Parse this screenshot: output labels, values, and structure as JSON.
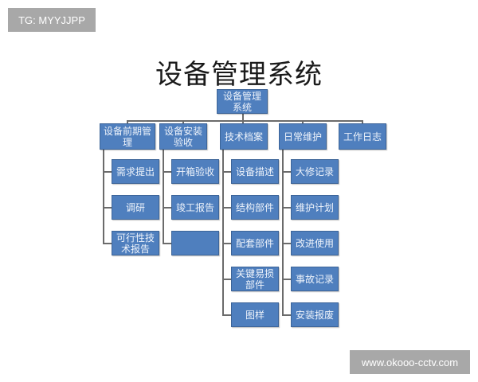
{
  "watermarks": {
    "top_left": "TG: MYYJJPP",
    "bottom_right": "www.okooo-cctv.com"
  },
  "title": "设备管理系统",
  "colors": {
    "box_fill": "#4f7fbe",
    "box_border": "#3c6498",
    "connector": "#6b6b6b",
    "watermark_bg": "#a8a8a8"
  },
  "chart": {
    "root": "设备管理系统",
    "branches": [
      {
        "label": "设备前期管理",
        "children": [
          "需求提出",
          "调研",
          "可行性技术报告"
        ]
      },
      {
        "label": "设备安装验收",
        "children": [
          "开箱验收",
          "竣工报告",
          ""
        ]
      },
      {
        "label": "技术档案",
        "children": [
          "设备描述",
          "结构部件",
          "配套部件",
          "关键易损部件",
          "图样"
        ]
      },
      {
        "label": "日常维护",
        "children": [
          "大修记录",
          "维护计划",
          "改进使用",
          "事故记录",
          "安装报废"
        ]
      },
      {
        "label": "工作日志",
        "children": []
      }
    ]
  }
}
